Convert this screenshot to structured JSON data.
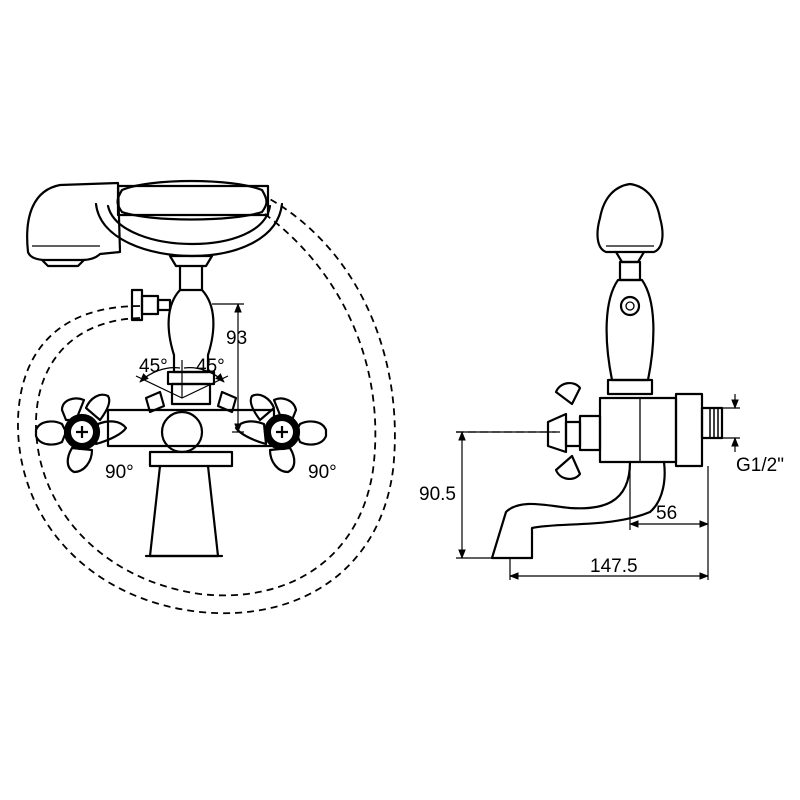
{
  "front_view": {
    "dim_height": "93",
    "angle_left": "45°",
    "angle_right": "45°",
    "rotation_left": "90°",
    "rotation_right": "90°"
  },
  "side_view": {
    "dim_spout_height": "90.5",
    "dim_projection": "56",
    "dim_total_length": "147.5",
    "thread_size": "G1/2\""
  }
}
